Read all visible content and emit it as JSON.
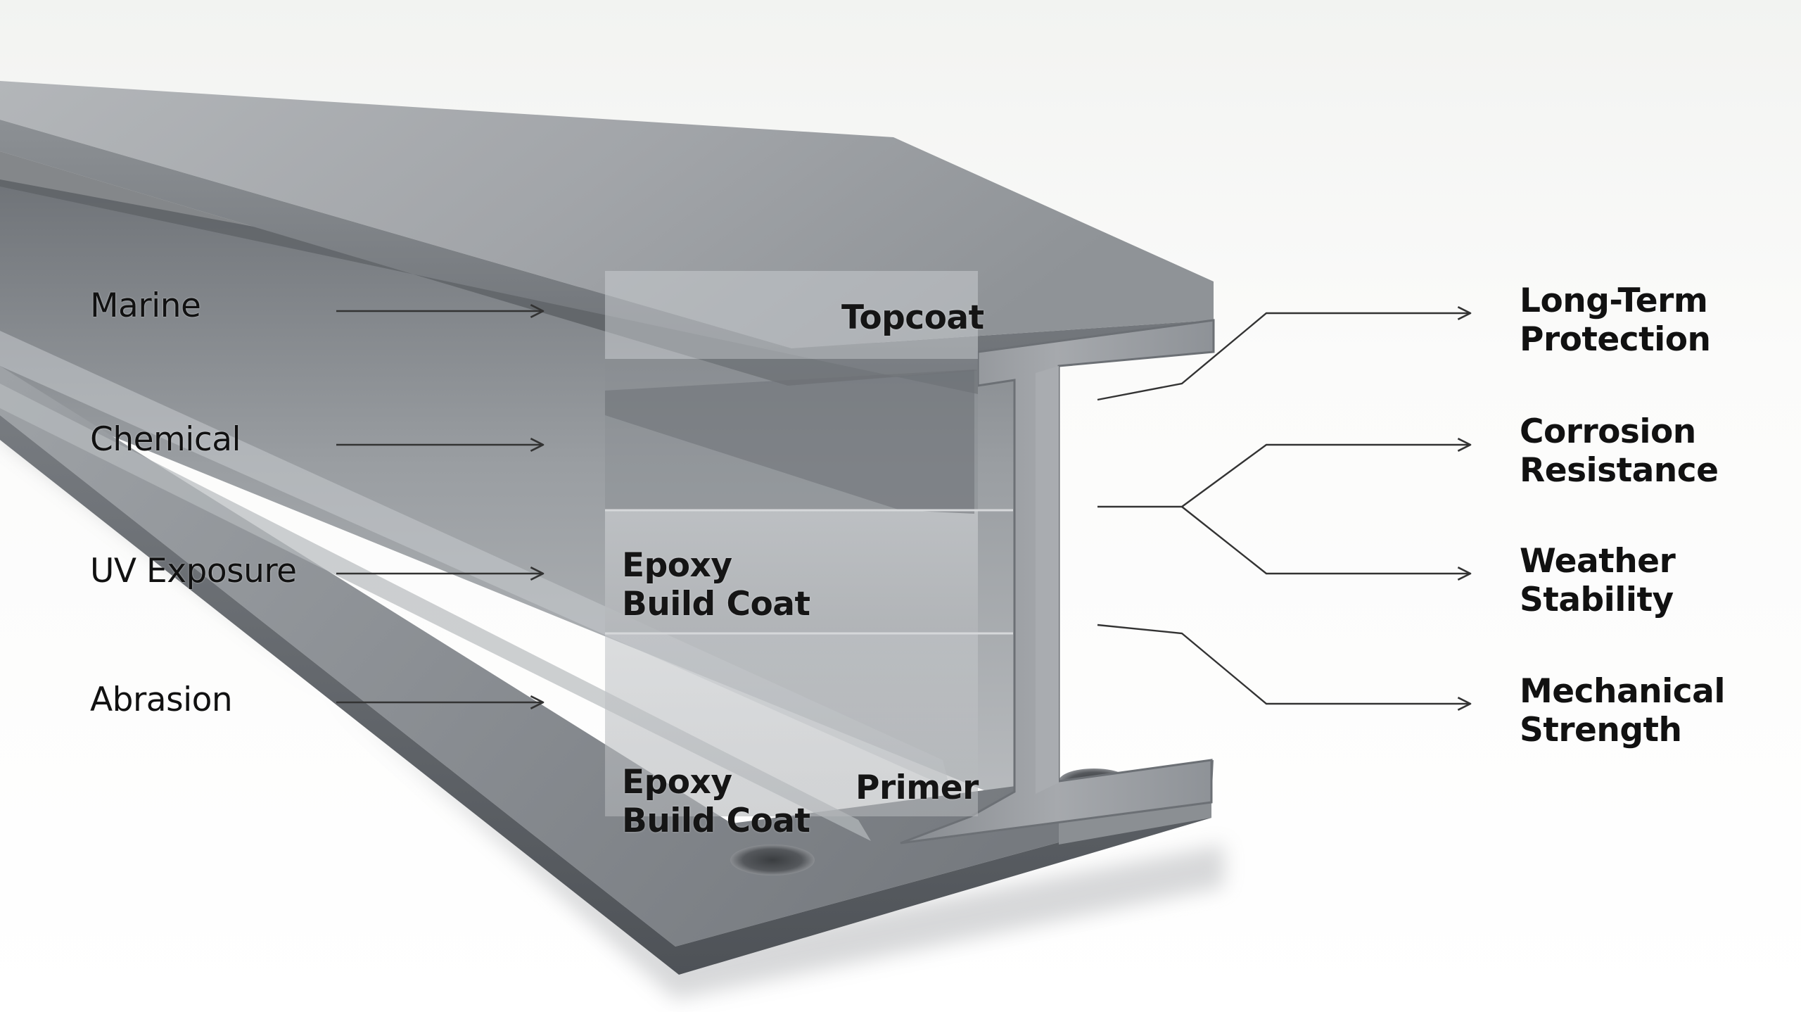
{
  "diagram": {
    "exposures": [
      "Marine",
      "Chemical",
      "UV Exposure",
      "Abrasion"
    ],
    "coating_layers": {
      "topcoat": "Topcoat",
      "epoxy_upper": [
        "Epoxy",
        "Build Coat"
      ],
      "epoxy_lower": [
        "Epoxy",
        "Build Coat"
      ],
      "primer": "Primer"
    },
    "benefits": [
      [
        "Long-Term",
        "Protection"
      ],
      [
        "Corrosion",
        "Resistance"
      ],
      [
        "Weather",
        "Stability"
      ],
      [
        "Mechanical",
        "Strength"
      ]
    ]
  },
  "colors": {
    "background": "#ffffff",
    "steel_light": "#b8bbbf",
    "steel_mid": "#8d9196",
    "steel_dark": "#55595e",
    "text": "#111111",
    "leader_line": "#333333"
  }
}
